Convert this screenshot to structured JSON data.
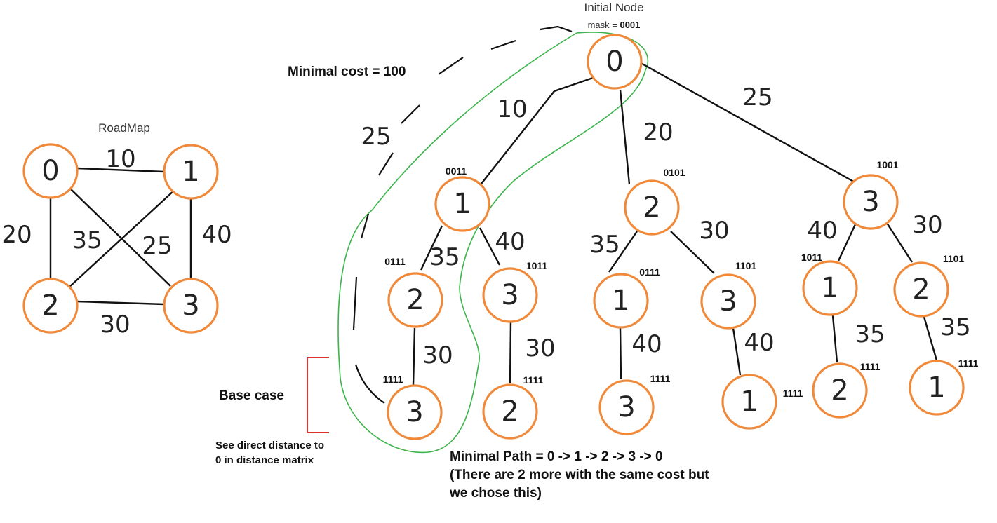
{
  "roadmap": {
    "title": "RoadMap",
    "nodes": [
      "0",
      "1",
      "2",
      "3"
    ],
    "edges": [
      {
        "from": "0",
        "to": "1",
        "weight": "10"
      },
      {
        "from": "0",
        "to": "2",
        "weight": "20"
      },
      {
        "from": "1",
        "to": "2",
        "weight": "35"
      },
      {
        "from": "0",
        "to": "3",
        "weight": "25"
      },
      {
        "from": "1",
        "to": "3",
        "weight": "40"
      },
      {
        "from": "2",
        "to": "3",
        "weight": "30"
      }
    ]
  },
  "tree": {
    "root_title": "Initial Node",
    "root_mask_prefix": "mask = ",
    "root_mask": "0001",
    "root": "0",
    "level1": [
      {
        "node": "1",
        "mask": "0011",
        "weight": "10"
      },
      {
        "node": "2",
        "mask": "0101",
        "weight": "20"
      },
      {
        "node": "3",
        "mask": "1001",
        "weight": "25"
      }
    ],
    "level2": [
      {
        "node": "2",
        "mask": "0111",
        "weight": "35"
      },
      {
        "node": "3",
        "mask": "1011",
        "weight": "40"
      },
      {
        "node": "1",
        "mask": "0111",
        "weight": "35"
      },
      {
        "node": "3",
        "mask": "1101",
        "weight": "30"
      },
      {
        "node": "1",
        "mask": "1011",
        "weight": "40"
      },
      {
        "node": "2",
        "mask": "1101",
        "weight": "30"
      }
    ],
    "level3": [
      {
        "node": "3",
        "mask": "1111",
        "weight": "30"
      },
      {
        "node": "2",
        "mask": "1111",
        "weight": "30"
      },
      {
        "node": "3",
        "mask": "1111",
        "weight": "40"
      },
      {
        "node": "1",
        "mask": "1111",
        "weight": "40"
      },
      {
        "node": "2",
        "mask": "1111",
        "weight": "35"
      },
      {
        "node": "1",
        "mask": "1111",
        "weight": "35"
      }
    ],
    "return_weight": "25"
  },
  "annotations": {
    "minimal_cost": "Minimal cost = 100",
    "base_case": "Base case",
    "base_case_note_1": "See direct distance to",
    "base_case_note_2": "0 in distance matrix",
    "minimal_path": "Minimal Path = 0 -> 1 -> 2 -> 3 -> 0",
    "note_1": "(There are 2 more with the same cost but",
    "note_2": "we chose this)"
  },
  "colors": {
    "node_stroke": "#f08a3a",
    "path_highlight": "#3cb44b",
    "base_case_bracket": "#e03030"
  }
}
